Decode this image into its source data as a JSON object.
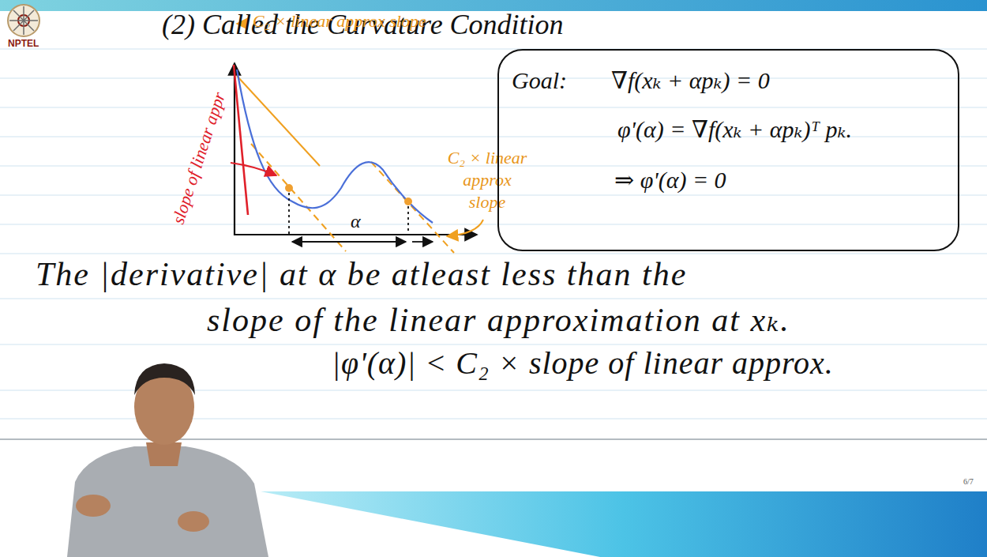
{
  "diagram": {
    "title": "(2) Called the Curvature Condition",
    "nodes": [
      {
        "text": [
          "Goal:",
          "∇f(xₖ + αpₖ) = 0",
          "φ'(α) = ∇f(xₖ + αpₖ)ᵀ pₖ.",
          "⇒ φ'(α) = 0"
        ]
      }
    ],
    "labels": [
      "NPTEL",
      "C₂ × linear approx slope",
      "slope of linear appr",
      "C₂ × linear approx slope",
      "α",
      "The |derivative| at α be atleast less than the slope of the linear approximation at xₖ.",
      "|φ'(α)| < C₂ × slope of linear approx.",
      "6/7"
    ]
  }
}
